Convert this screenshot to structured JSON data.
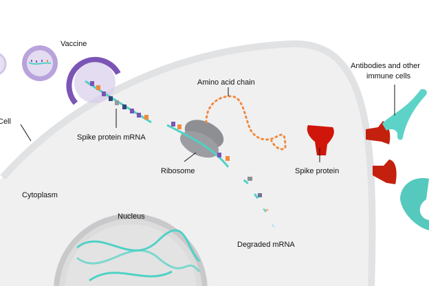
{
  "labels": {
    "vaccine": "Vaccine",
    "cell": "Cell",
    "spike_mrna": "Spike protein mRNA",
    "amino_chain": "Amino acid chain",
    "ribosome": "Ribosome",
    "spike_protein": "Spike protein",
    "antibodies_line1": "Antibodies and other",
    "antibodies_line2": "immune cells",
    "cytoplasm": "Cytoplasm",
    "nucleus": "Nucleus",
    "degraded_mrna": "Degraded mRNA"
  },
  "colors": {
    "cytoplasm": "#f0f0f1",
    "membrane": "#e1e2e4",
    "vaccine": "#7b55b5",
    "mrna": "#4fd1c5",
    "spike": "#d0160a",
    "antibody": "#5dd3c8",
    "ribosome": "#8e8f93"
  }
}
